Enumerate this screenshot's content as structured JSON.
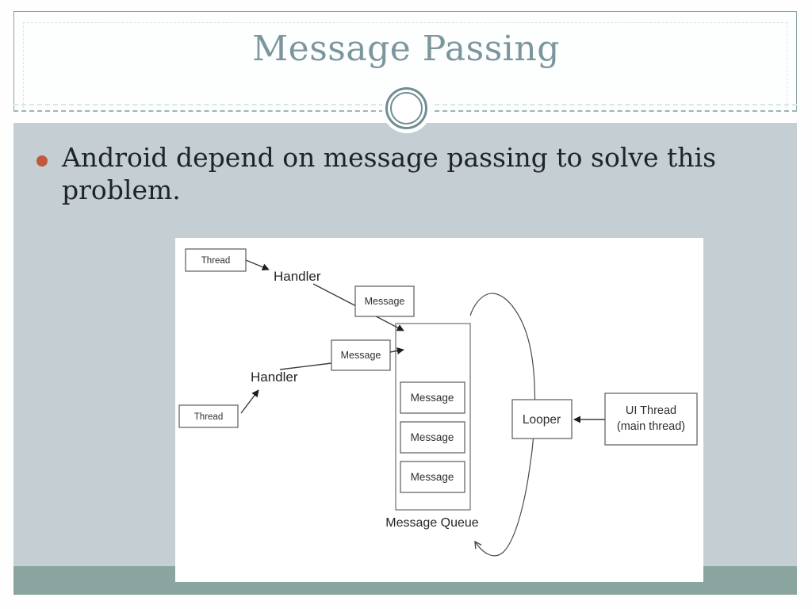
{
  "slide": {
    "title": "Message Passing",
    "bullet_lines": {
      "line1": "Android depend on message passing to solve this",
      "line2": "problem."
    },
    "colors": {
      "title_text": "#7b969c",
      "title_border": "#8ba2a5",
      "content_bg": "#c5ced3",
      "footer_band": "#8aa5a0",
      "bullet_dot": "#c2573f",
      "body_text": "#20242a",
      "ornament_ring": "#6f8d92"
    }
  },
  "diagram": {
    "thread_top": "Thread",
    "thread_bottom": "Thread",
    "handler_top": "Handler",
    "handler_bottom": "Handler",
    "message_floating_top": "Message",
    "message_floating_mid": "Message",
    "queue_items": [
      "Message",
      "Message",
      "Message"
    ],
    "queue_label": "Message Queue",
    "looper": "Looper",
    "ui_thread_line1": "UI Thread",
    "ui_thread_line2": "(main thread)"
  }
}
